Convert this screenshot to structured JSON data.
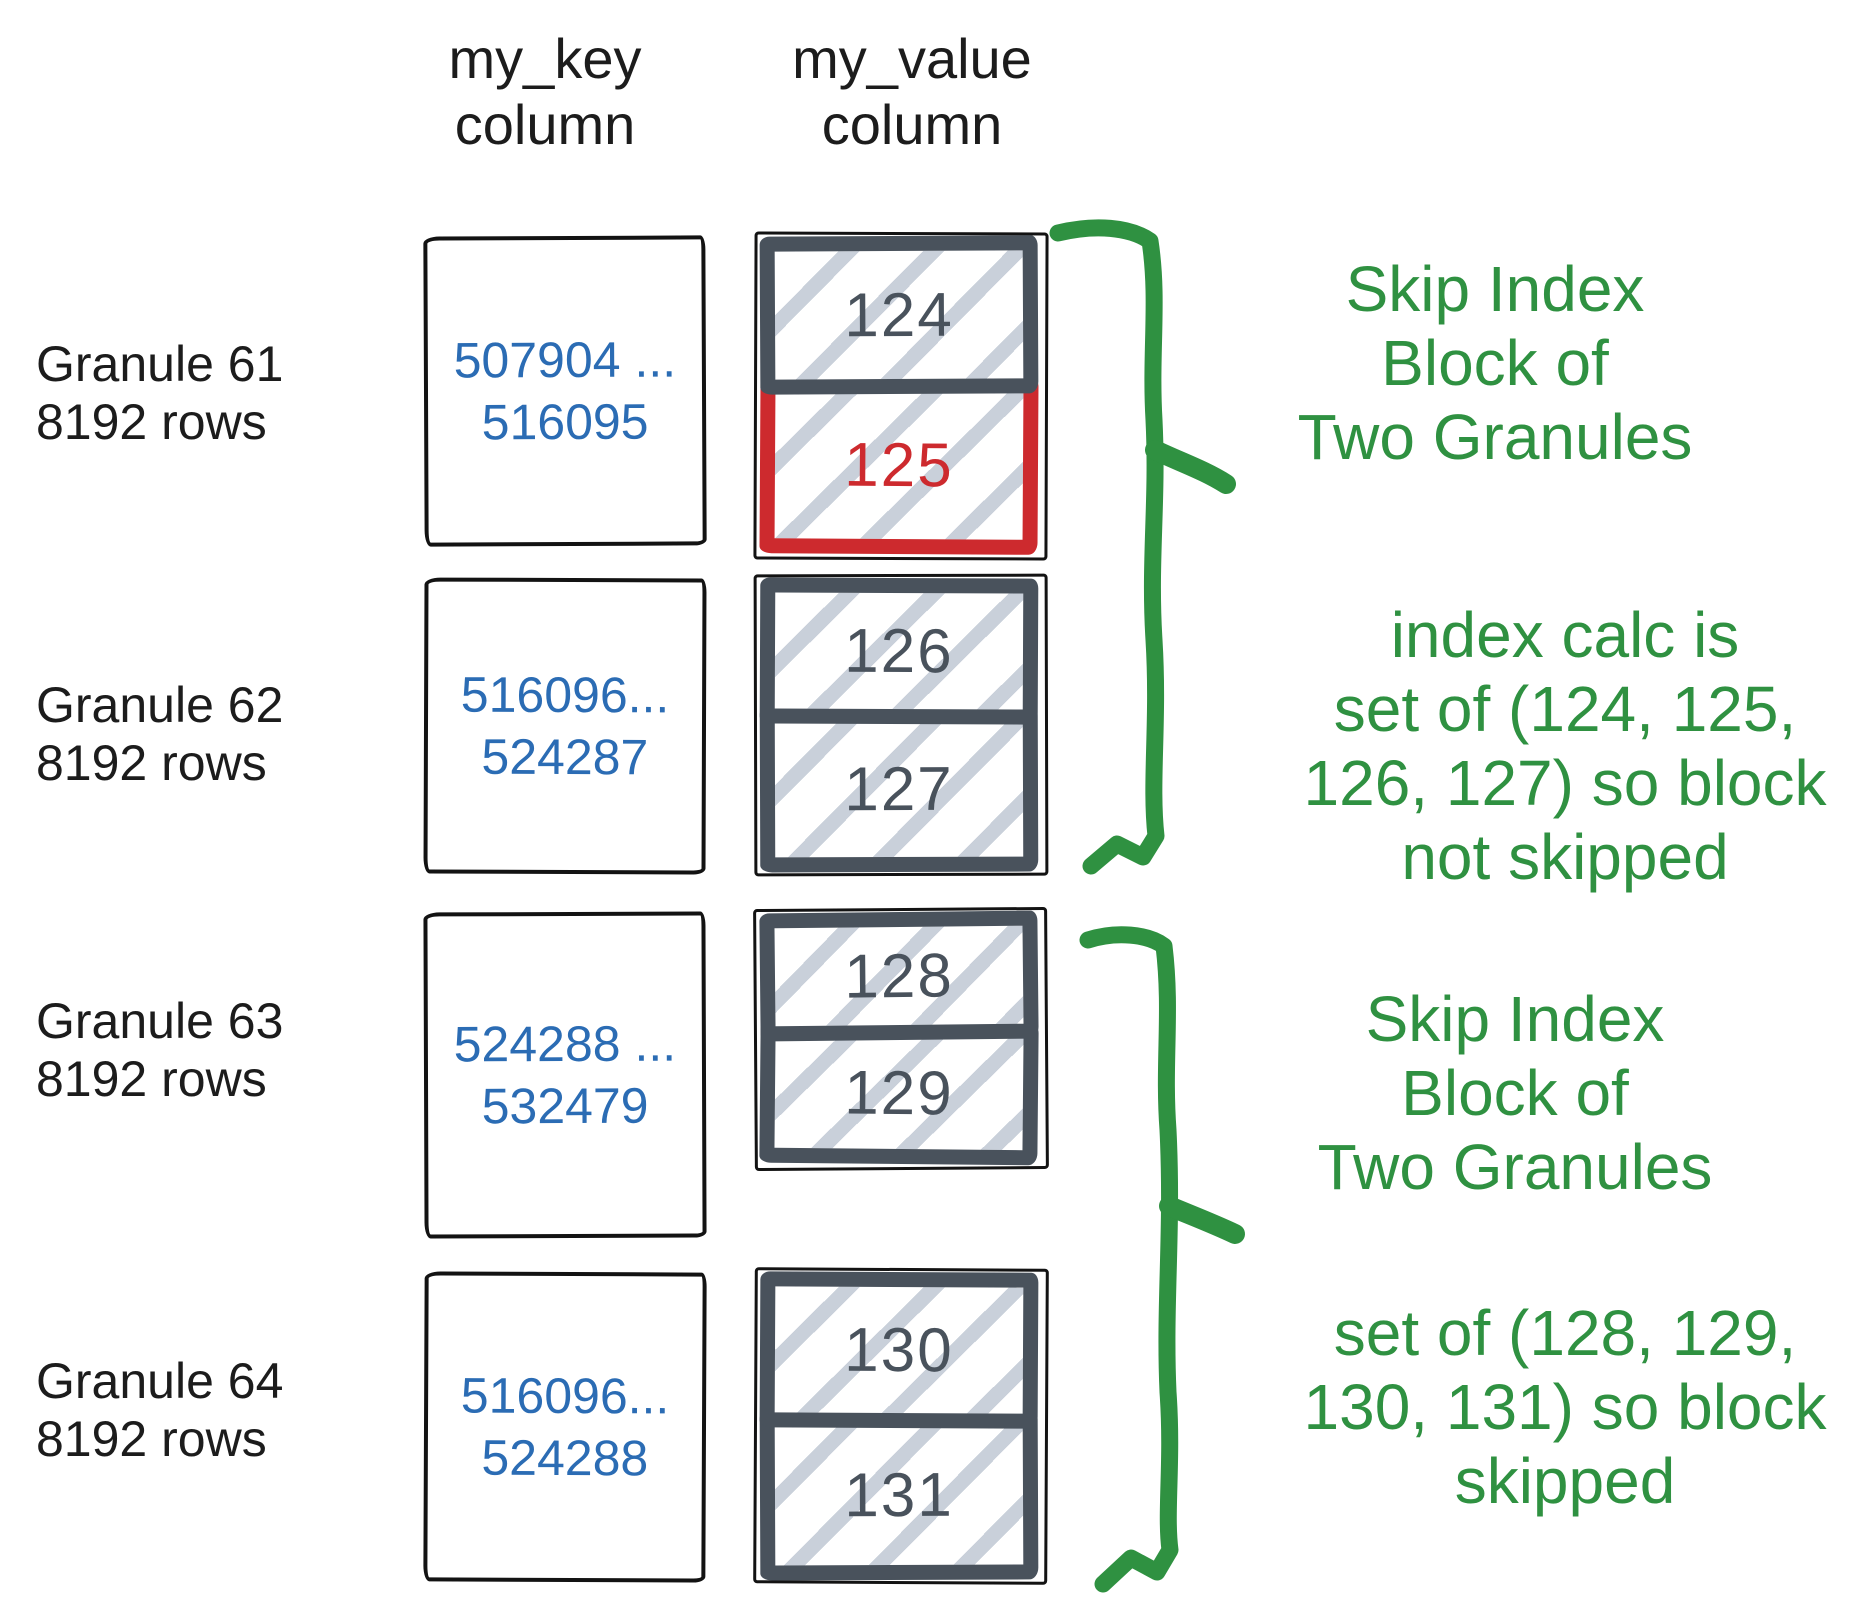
{
  "headers": {
    "key": {
      "line1": "my_key",
      "line2": "column"
    },
    "value": {
      "line1": "my_value",
      "line2": "column"
    }
  },
  "granules": [
    {
      "name": "Granule 61",
      "rows": "8192 rows",
      "key_range": [
        "507904 ...",
        "516095"
      ],
      "blocks": [
        {
          "value": "124",
          "highlight": false
        },
        {
          "value": "125",
          "highlight": true
        }
      ]
    },
    {
      "name": "Granule 62",
      "rows": "8192 rows",
      "key_range": [
        "516096...",
        "524287"
      ],
      "blocks": [
        {
          "value": "126",
          "highlight": false
        },
        {
          "value": "127",
          "highlight": false
        }
      ]
    },
    {
      "name": "Granule 63",
      "rows": "8192 rows",
      "key_range": [
        "524288 ...",
        "532479"
      ],
      "blocks": [
        {
          "value": "128",
          "highlight": false
        },
        {
          "value": "129",
          "highlight": false
        }
      ]
    },
    {
      "name": "Granule 64",
      "rows": "8192 rows",
      "key_range": [
        "516096...",
        "524288"
      ],
      "blocks": [
        {
          "value": "130",
          "highlight": false
        },
        {
          "value": "131",
          "highlight": false
        }
      ]
    }
  ],
  "annotations": [
    {
      "lines": [
        "Skip Index",
        "Block of",
        "Two Granules"
      ]
    },
    {
      "lines": [
        "index calc is",
        "set of (124, 125,",
        "126, 127) so block",
        "not skipped"
      ]
    },
    {
      "lines": [
        "Skip Index",
        "Block of",
        "Two Granules"
      ]
    },
    {
      "lines": [
        "set of (128, 129,",
        "130, 131) so block",
        "skipped"
      ]
    }
  ],
  "colors": {
    "ink": "#131313",
    "text": "#1c1c1c",
    "blue": "#2b6cb4",
    "slate": "#49525c",
    "hatch": "#c9d0da",
    "red": "#cd2a2e",
    "green": "#2f9141",
    "bg": "#ffffff"
  }
}
